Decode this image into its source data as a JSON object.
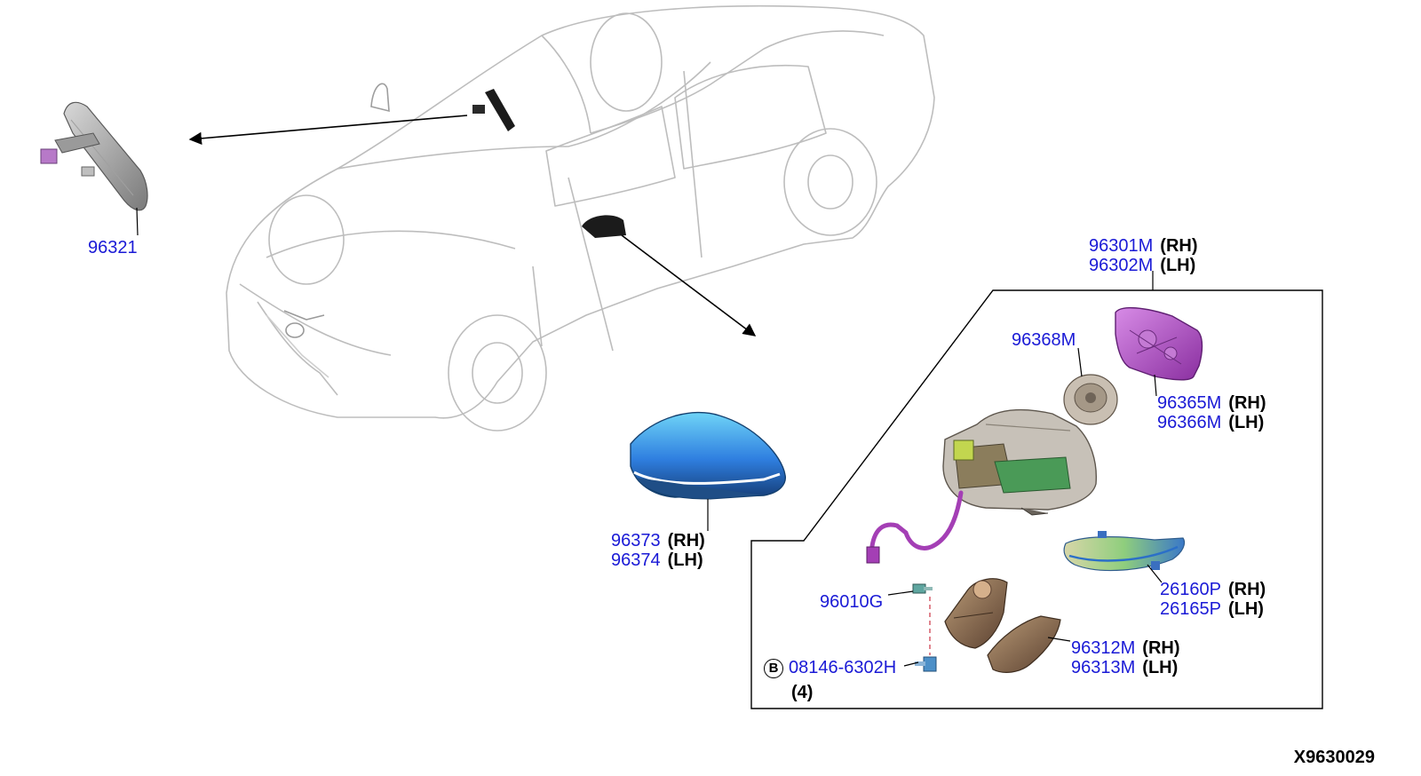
{
  "diagram_id": "X9630029",
  "callouts": {
    "inner_mirror": {
      "part": "96321"
    },
    "mirror_assembly": {
      "part_rh": "96301M",
      "side_rh": "(RH)",
      "part_lh": "96302M",
      "side_lh": "(LH)"
    },
    "actuator": {
      "part": "96368M"
    },
    "mirror_glass": {
      "part_rh": "96365M",
      "side_rh": "(RH)",
      "part_lh": "96366M",
      "side_lh": "(LH)"
    },
    "mirror_cover": {
      "part_rh": "96373",
      "side_rh": "(RH)",
      "part_lh": "96374",
      "side_lh": "(LH)"
    },
    "turn_lamp": {
      "part_rh": "26160P",
      "side_rh": "(RH)",
      "part_lh": "26165P",
      "side_lh": "(LH)"
    },
    "screw_a": {
      "part": "96010G"
    },
    "base_cover": {
      "part_rh": "96312M",
      "side_rh": "(RH)",
      "part_lh": "96313M",
      "side_lh": "(LH)"
    },
    "bolt": {
      "badge": "B",
      "part": "08146-6302H",
      "qty": "(4)"
    }
  },
  "colors": {
    "part_number": "#1a1ad6",
    "line": "#000000",
    "car_outline": "#bfbfbf",
    "cover_blue": "#2f7fe0",
    "glass_purple": "#b24fc8",
    "harness_purple": "#a43fb5",
    "lamp_green": "#7bbf6a",
    "housing_gray": "#bcb6ae",
    "bronze": "#8b6a4a"
  }
}
